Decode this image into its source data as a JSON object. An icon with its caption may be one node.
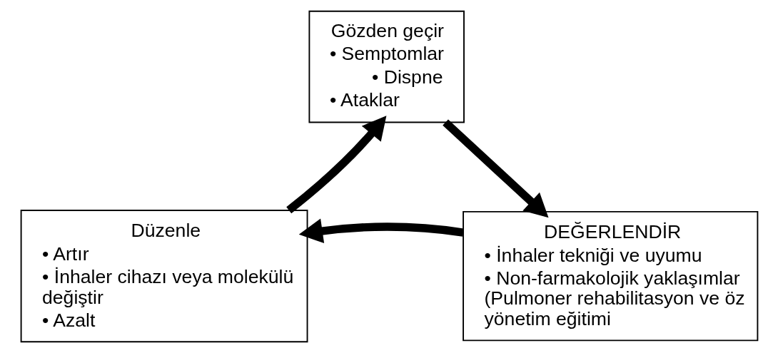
{
  "diagram": {
    "nodes": [
      {
        "text": [
          "Gözden geçir",
          "• Semptomlar",
          "• Dispne",
          "• Ataklar"
        ]
      },
      {
        "text": [
          "DEĞERLENDİR",
          "• İnhaler tekniği ve uyumu",
          "• Non-farmakolojik yaklaşımlar (Pulmoner rehabilitasyon ve öz yönetim eğitimi"
        ]
      },
      {
        "text": [
          "Düzenle",
          "• Artır",
          "• İnhaler cihazı veya molekülü değiştir",
          "• Azalt"
        ]
      }
    ],
    "edges": [
      {
        "from": 0,
        "to": 1,
        "arrow": "to"
      },
      {
        "from": 1,
        "to": 2,
        "arrow": "to"
      },
      {
        "from": 2,
        "to": 0,
        "arrow": "to"
      }
    ]
  }
}
